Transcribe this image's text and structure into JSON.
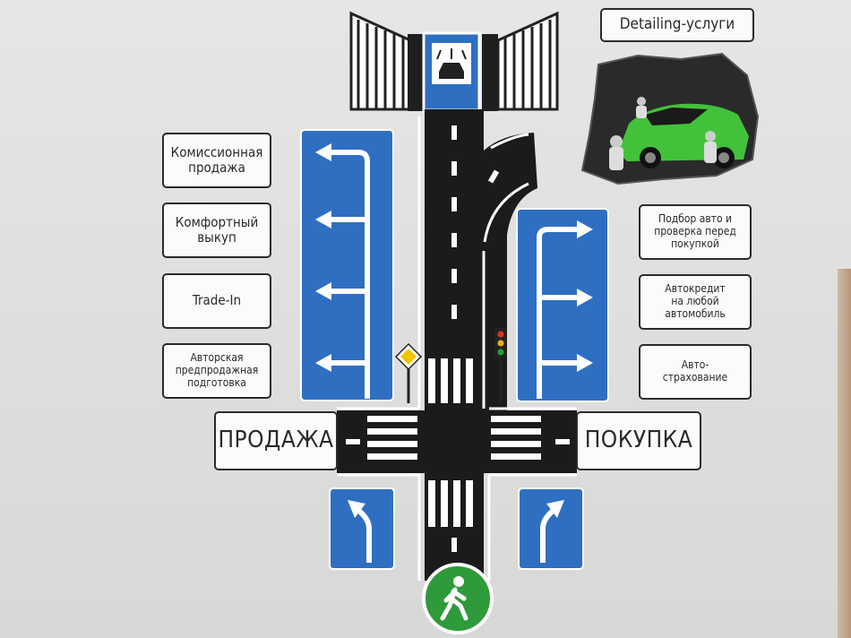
{
  "top_sign": {
    "text": "Detailing-услуги"
  },
  "left_services": [
    {
      "label": "Комиссионная\nпродажа"
    },
    {
      "label": "Комфортный\nвыкуп"
    },
    {
      "label": "Trade-In"
    },
    {
      "label": "Авторская\nпредпродажная\nподготовка"
    }
  ],
  "right_services": [
    {
      "label": "Подбор авто и\nпроверка перед\nпокупкой"
    },
    {
      "label": "Автокредит\nна любой\nавтомобиль"
    },
    {
      "label": "Авто-\nстрахование"
    }
  ],
  "directions": {
    "left": "ПРОДАЖА",
    "right": "ПОКУПКА"
  },
  "colors": {
    "wall": "#e2e2e0",
    "sign_blue": "#2f6fc2",
    "road": "#1b1b1b",
    "marking": "#ffffff",
    "pedestrian_green": "#2e9a3a",
    "car_green": "#42c23a"
  },
  "icons": [
    "car-wash-icon",
    "pedestrian-icon",
    "traffic-light-icon",
    "priority-road-sign-icon",
    "gate-icon"
  ]
}
